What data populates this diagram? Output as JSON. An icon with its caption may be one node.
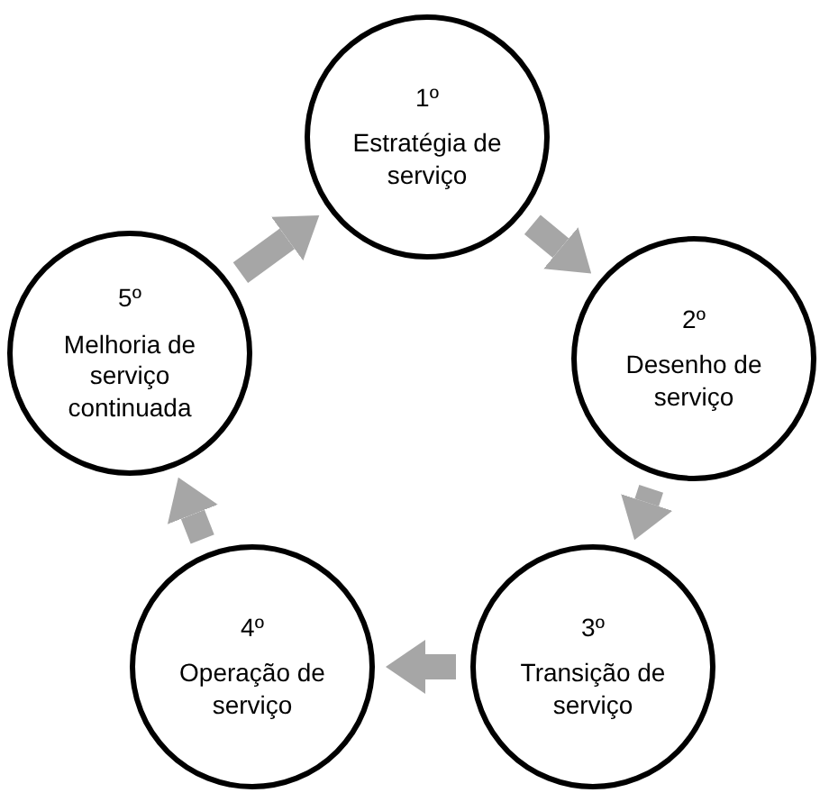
{
  "diagram": {
    "nodes": [
      {
        "text": [
          "1º",
          "Estratégia de serviço"
        ]
      },
      {
        "text": [
          "2º",
          "Desenho de serviço"
        ]
      },
      {
        "text": [
          "3º",
          "Transição de serviço"
        ]
      },
      {
        "text": [
          "4º",
          "Operação de serviço"
        ]
      },
      {
        "text": [
          "5º",
          "Melhoria de serviço continuada"
        ]
      }
    ],
    "edges": [
      {
        "from": 0,
        "to": 1,
        "arrow": "to"
      },
      {
        "from": 1,
        "to": 2,
        "arrow": "to"
      },
      {
        "from": 2,
        "to": 3,
        "arrow": "to"
      },
      {
        "from": 3,
        "to": 4,
        "arrow": "to"
      },
      {
        "from": 4,
        "to": 0,
        "arrow": "to"
      }
    ]
  }
}
